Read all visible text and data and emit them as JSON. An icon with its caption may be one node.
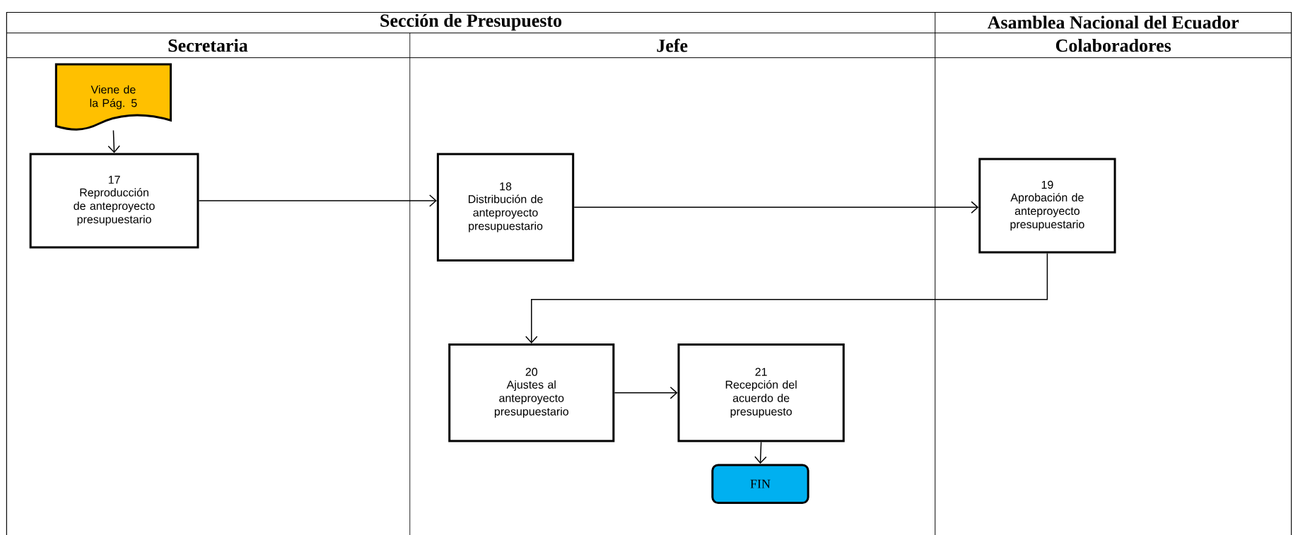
{
  "diagram": {
    "nodes": [
      {
        "text": [
          "Viene de la Pág. 5"
        ]
      },
      {
        "text": [
          "17",
          "Reproducción de anteproyecto presupuestario"
        ]
      },
      {
        "text": [
          "18",
          "Distribución de anteproyecto presupuestario"
        ]
      },
      {
        "text": [
          "19",
          "Aprobación de anteproyecto presupuestario"
        ]
      },
      {
        "text": [
          "20",
          "Ajustes al anteproyecto presupuestario"
        ]
      },
      {
        "text": [
          "21",
          "Recepción del acuerdo de presupuesto"
        ]
      },
      {
        "text": [
          "FIN"
        ]
      }
    ],
    "edges": [
      {
        "from": 0,
        "to": 1,
        "arrow": "to"
      },
      {
        "from": 1,
        "to": 2,
        "arrow": "to"
      },
      {
        "from": 2,
        "to": 3,
        "arrow": "to"
      },
      {
        "from": 3,
        "to": 4,
        "arrow": "to"
      },
      {
        "from": 4,
        "to": 5,
        "arrow": "to"
      },
      {
        "from": 5,
        "to": 6,
        "arrow": "to"
      }
    ],
    "labels": [
      "Sección de Presupuesto",
      "Asamblea Nacional del Ecuador",
      "Secretaria",
      "Jefe",
      "Colaboradores"
    ]
  }
}
